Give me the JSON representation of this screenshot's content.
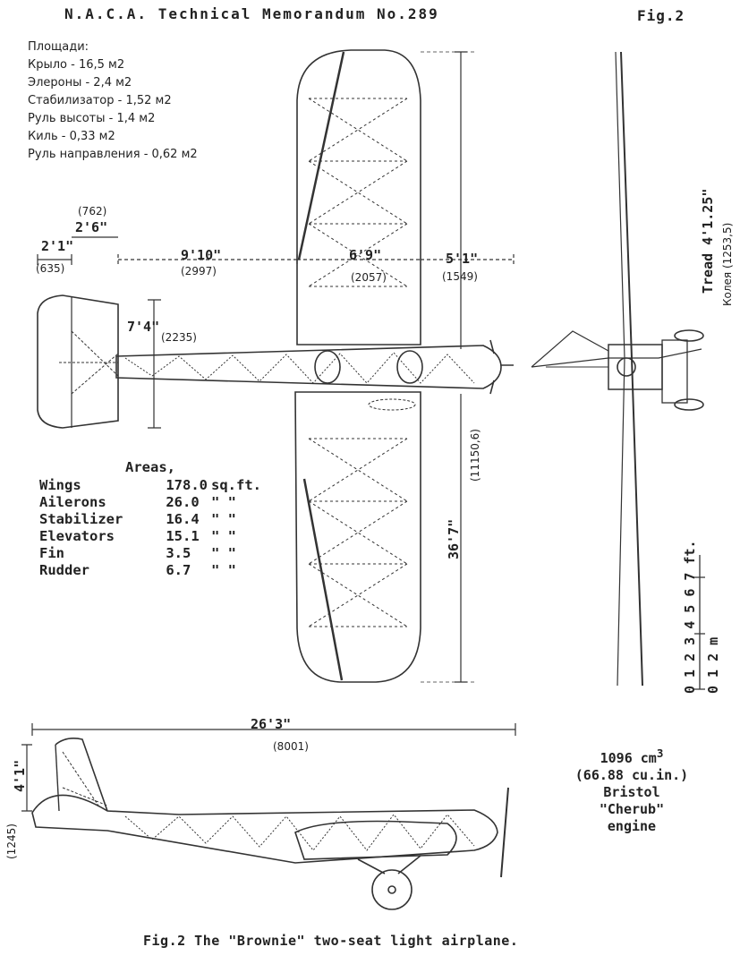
{
  "header": {
    "title": "N.A.C.A. Technical Memorandum No.289",
    "fig_label": "Fig.2"
  },
  "russian_areas": {
    "heading": "Площади:",
    "items": [
      "Крыло - 16,5 м2",
      "Элероны - 2,4 м2",
      "Стабилизатор - 1,52 м2",
      "Руль высоты - 1,4 м2",
      "Киль - 0,33 м2",
      "Руль направления - 0,62 м2"
    ]
  },
  "areas_table": {
    "heading": "Areas,",
    "rows": [
      {
        "name": "Wings",
        "value": "178.0",
        "unit": "sq.ft."
      },
      {
        "name": "Ailerons",
        "value": "26.0",
        "unit": "\"   \""
      },
      {
        "name": "Stabilizer",
        "value": "16.4",
        "unit": "\"   \""
      },
      {
        "name": "Elevators",
        "value": "15.1",
        "unit": "\"   \""
      },
      {
        "name": "Fin",
        "value": "3.5",
        "unit": "\"   \""
      },
      {
        "name": "Rudder",
        "value": "6.7",
        "unit": "\"   \""
      }
    ]
  },
  "dimensions": {
    "d_2_6": "2'6\"",
    "d_2_6_mm": "(762)",
    "d_2_1": "2'1\"",
    "d_2_1_mm": "(635)",
    "d_9_10": "9'10\"",
    "d_9_10_mm": "(2997)",
    "d_6_9": "6'9\"",
    "d_6_9_mm": "(2057)",
    "d_5_1": "5'1\"",
    "d_5_1_mm": "(1549)",
    "d_7_4": "7'4\"",
    "d_7_4_mm": "(2235)",
    "d_36_7": "36'7\"",
    "d_36_7_mm": "(11150,6)",
    "d_26_3": "26'3\"",
    "d_26_3_mm": "(8001)",
    "d_4_1": "4'1\"",
    "d_4_1_mm": "(1245)",
    "tread": "Tread 4'1.25\"",
    "tread_ru": "Колея (1253,5)"
  },
  "scale": {
    "ft_label": "0 1 2 3 4 5 6 7 ft.",
    "m_label": "0    1    2 m"
  },
  "engine": {
    "line1": "1096 cm",
    "line1_sup": "3",
    "line2": "(66.88 cu.in.)",
    "line3": "Bristol",
    "line4": "\"Cherub\"",
    "line5": "engine"
  },
  "caption": "Fig.2  The \"Brownie\" two-seat light airplane."
}
